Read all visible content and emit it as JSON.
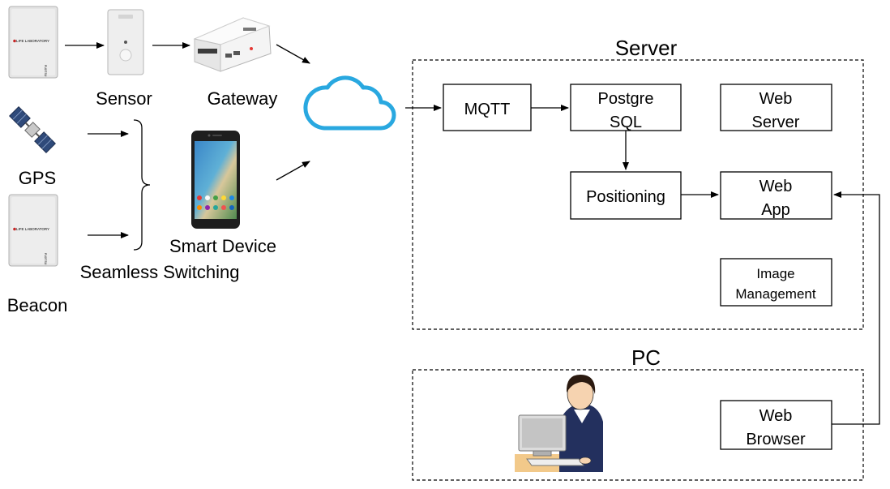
{
  "devices": {
    "sensor_label": "Sensor",
    "gateway_label": "Gateway",
    "gps_label": "GPS",
    "beacon_label": "Beacon",
    "smart_device_label": "Smart Device",
    "seamless_label": "Seamless Switching",
    "beacon_brand": "LIFE LABORATORY",
    "beacon_maker": "FUJITSU"
  },
  "server": {
    "title": "Server",
    "mqtt": "MQTT",
    "postgre_line1": "Postgre",
    "postgre_line2": "SQL",
    "web_server_line1": "Web",
    "web_server_line2": "Server",
    "positioning": "Positioning",
    "web_app_line1": "Web",
    "web_app_line2": "App",
    "image_line1": "Image",
    "image_line2": "Management"
  },
  "pc": {
    "title": "PC",
    "browser_line1": "Web",
    "browser_line2": "Browser"
  }
}
